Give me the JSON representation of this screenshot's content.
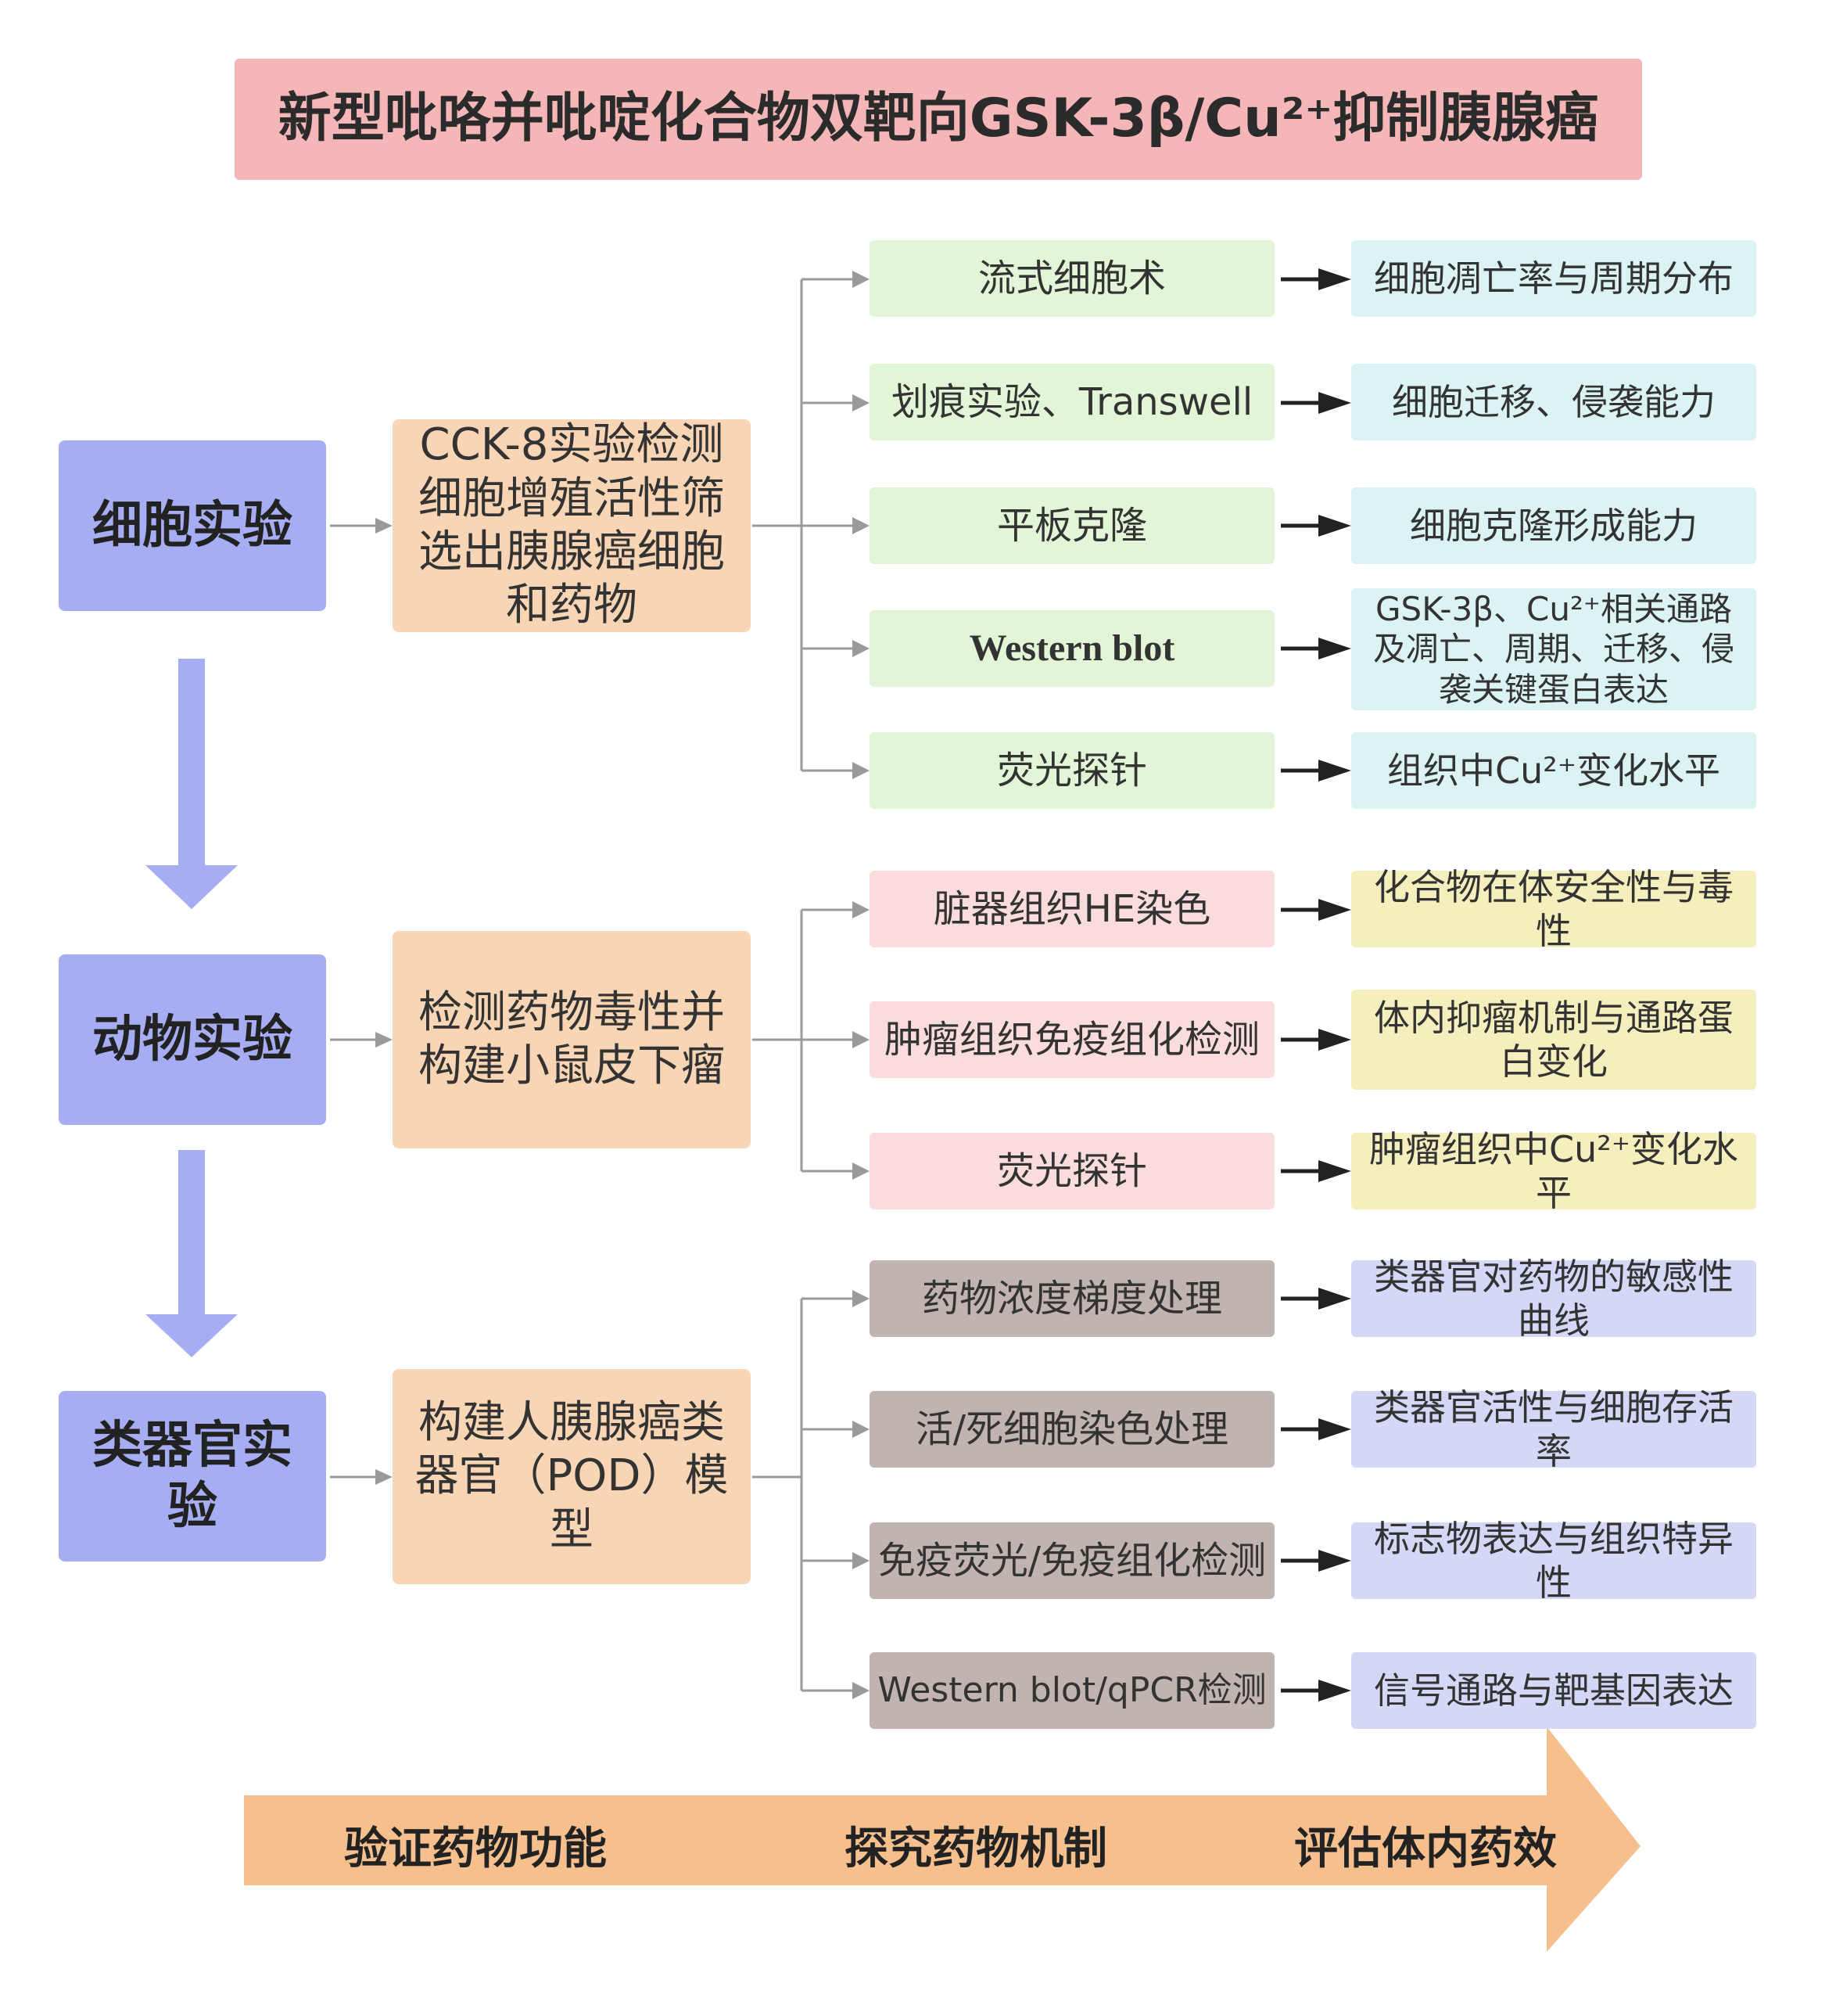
{
  "title": "新型吡咯并吡啶化合物双靶向GSK-3β/Cu²⁺抑制胰腺癌",
  "stages": [
    {
      "label": "细胞实验",
      "method": "CCK-8实验检测细胞增殖活性筛选出胰腺癌细胞和药物",
      "techniques": [
        {
          "name": "流式细胞术",
          "result": "细胞凋亡率与周期分布"
        },
        {
          "name": "划痕实验、Transwell",
          "result": "细胞迁移、侵袭能力"
        },
        {
          "name": "平板克隆",
          "result": "细胞克隆形成能力"
        },
        {
          "name": "Western blot",
          "result": "GSK-3β、Cu²⁺相关通路及凋亡、周期、迁移、侵袭关键蛋白表达"
        },
        {
          "name": "荧光探针",
          "result": "组织中Cu²⁺变化水平"
        }
      ]
    },
    {
      "label": "动物实验",
      "method": "检测药物毒性并构建小鼠皮下瘤",
      "techniques": [
        {
          "name": "脏器组织HE染色",
          "result": "化合物在体安全性与毒性"
        },
        {
          "name": "肿瘤组织免疫组化检测",
          "result": "体内抑瘤机制与通路蛋白变化"
        },
        {
          "name": "荧光探针",
          "result": "肿瘤组织中Cu²⁺变化水平"
        }
      ]
    },
    {
      "label": "类器官实验",
      "method": "构建人胰腺癌类器官（POD）模型",
      "techniques": [
        {
          "name": "药物浓度梯度处理",
          "result": "类器官对药物的敏感性曲线"
        },
        {
          "name": "活/死细胞染色处理",
          "result": "类器官活性与细胞存活率"
        },
        {
          "name": "免疫荧光/免疫组化检测",
          "result": "标志物表达与组织特异性"
        },
        {
          "name": "Western blot/qPCR检测",
          "result": "信号通路与靶基因表达"
        }
      ]
    }
  ],
  "bottom_arrow": {
    "labels": [
      "验证药物功能",
      "探究药物机制",
      "评估体内药效"
    ]
  },
  "colors": {
    "title_bg": "#f4b6b6",
    "stage_bg": "#a6adf2",
    "method_bg": "#f8d5b4",
    "cell_tech": "#e3f5d7",
    "cell_result": "#dcf3f4",
    "animal_tech": "#fadcdc",
    "animal_result": "#f5eebd",
    "organoid_tech": "#c0b3b0",
    "organoid_result": "#d4d7f6",
    "bottom_arrow": "#f6c08e",
    "connector": "#9a9a9a"
  }
}
